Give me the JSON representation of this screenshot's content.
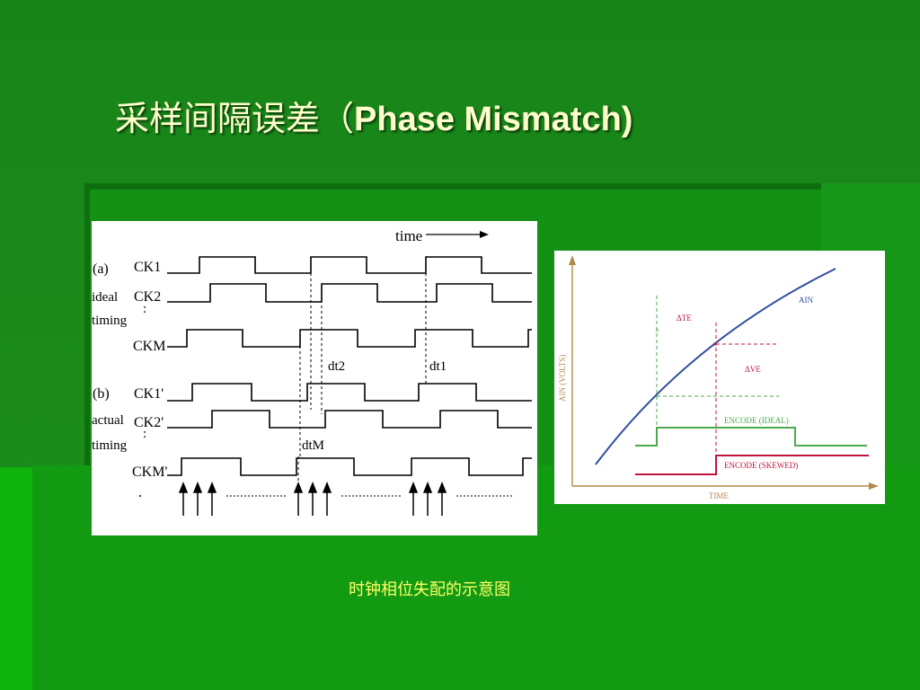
{
  "slide": {
    "title_cn": "采样间隔误差（",
    "title_en": "Phase Mismatch)",
    "caption": "时钟相位失配的示意图"
  },
  "timing_diagram": {
    "time_label": "time",
    "section_a": {
      "tag": "(a)",
      "line1": "ideal",
      "line2": "timing"
    },
    "section_b": {
      "tag": "(b)",
      "line1": "actual",
      "line2": "timing"
    },
    "signals": [
      "CK1",
      "CK2",
      "CKM",
      "CK1'",
      "CK2'",
      "CKM'"
    ],
    "dots": ":",
    "annotations": [
      "dt2",
      "dt1",
      "dtM"
    ]
  },
  "encode_graph": {
    "y_axis_label": "AIN (VOLTS)",
    "x_axis_label": "TIME",
    "curve_label": "AIN",
    "delta_t": "ΔTE",
    "delta_v": "ΔVE",
    "ideal_label": "ENCODE (IDEAL)",
    "skewed_label": "ENCODE (SKEWED)",
    "colors": {
      "curve": "#2f4f9f",
      "ideal": "#4caa4c",
      "skewed": "#c0143c",
      "axis": "#b08a4a"
    }
  }
}
